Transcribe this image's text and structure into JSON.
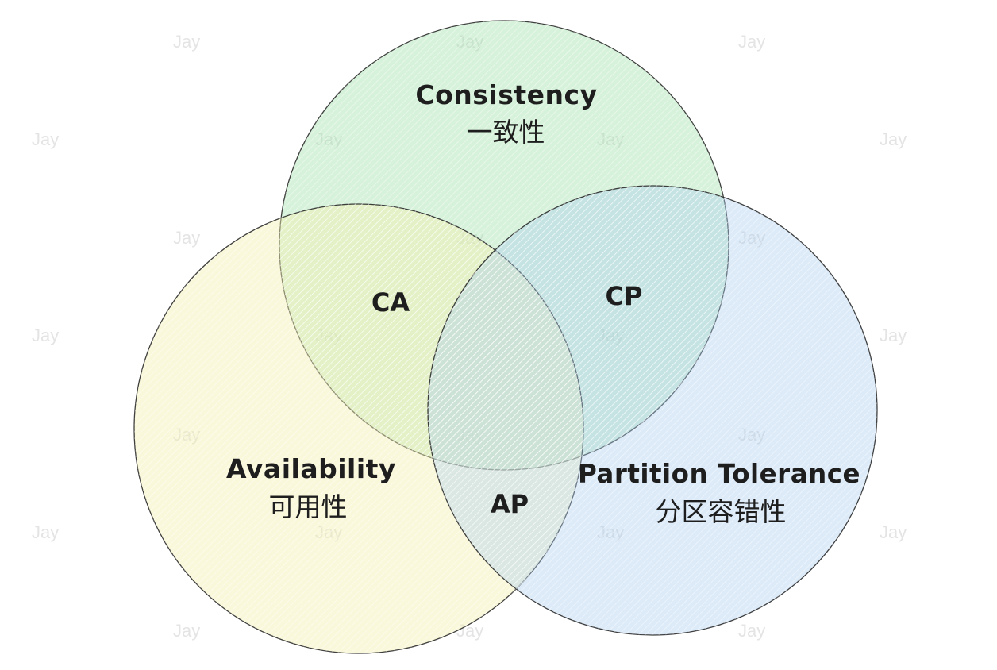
{
  "watermark": "Jay",
  "sets": [
    {
      "id": "consistency",
      "title": "Consistency",
      "subtitle": "一致性",
      "color": "#a6e3b0"
    },
    {
      "id": "availability",
      "title": "Availability",
      "subtitle": "可用性",
      "color": "#f3efb0"
    },
    {
      "id": "partition",
      "title": "Partition Tolerance",
      "subtitle": "分区容错性",
      "color": "#a9cdef"
    }
  ],
  "intersections": [
    {
      "id": "ca",
      "label": "CA"
    },
    {
      "id": "cp",
      "label": "CP"
    },
    {
      "id": "ap",
      "label": "AP"
    }
  ]
}
